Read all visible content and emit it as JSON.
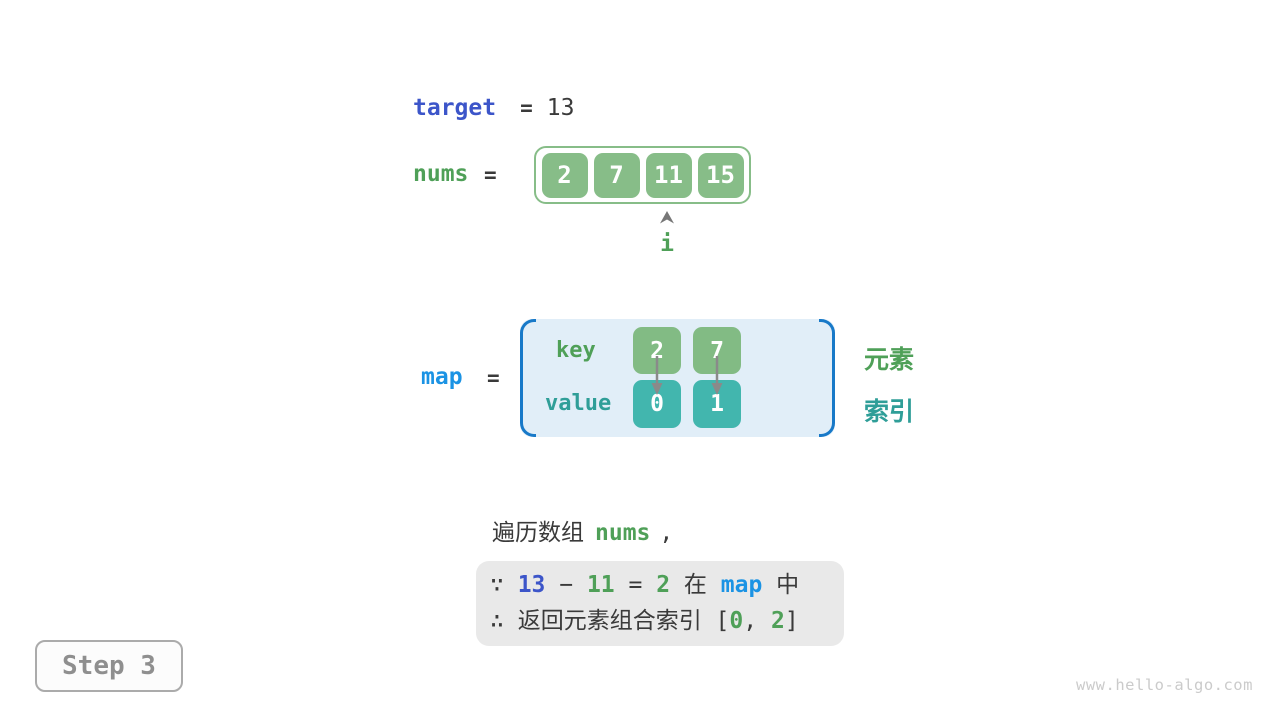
{
  "colors": {
    "text_dark": "#3a3a3a",
    "blue_code": "#3c55c9",
    "lightblue_code": "#1b93e4",
    "green_code": "#4fa058",
    "teal_code": "#2f9e98",
    "cell_green": "#87bd88",
    "cell_key_green": "#82bb84",
    "cell_teal": "#42b6ae",
    "map_bg": "#e1eef8",
    "map_bracket": "#1879c8",
    "box_gray": "#e9e9e9"
  },
  "diagram": {
    "target": {
      "label": "target",
      "eq": "=",
      "value": "13"
    },
    "nums": {
      "label": "nums",
      "eq": "=",
      "cells": [
        "2",
        "7",
        "11",
        "15"
      ],
      "pointer": "i"
    },
    "map": {
      "label": "map",
      "eq": "=",
      "key_label": "key",
      "value_label": "value",
      "keys": [
        "2",
        "7"
      ],
      "values": [
        "0",
        "1"
      ],
      "element_label": "元素",
      "index_label": "索引"
    },
    "caption": {
      "text": "遍历数组",
      "code": "nums",
      "comma": ","
    },
    "conclusion": {
      "line1": [
        {
          "text": "∵ ",
          "style": "plain"
        },
        {
          "text": "13",
          "style": "blue"
        },
        {
          "text": " − ",
          "style": "plain"
        },
        {
          "text": "11",
          "style": "green"
        },
        {
          "text": " = ",
          "style": "plain"
        },
        {
          "text": "2",
          "style": "green"
        },
        {
          "text": " 在 ",
          "style": "plain"
        },
        {
          "text": "map",
          "style": "lightblue"
        },
        {
          "text": " 中",
          "style": "plain"
        }
      ],
      "line2": [
        {
          "text": "∴ 返回元素组合索引 [",
          "style": "plain"
        },
        {
          "text": "0",
          "style": "green"
        },
        {
          "text": ", ",
          "style": "plain"
        },
        {
          "text": "2",
          "style": "green"
        },
        {
          "text": "]",
          "style": "plain"
        }
      ]
    },
    "step": "Step 3",
    "watermark": "www.hello-algo.com"
  }
}
